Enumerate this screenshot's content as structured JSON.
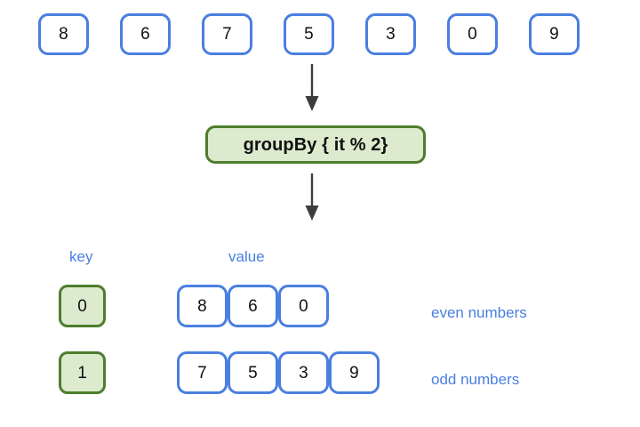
{
  "diagram": {
    "title": "groupBy { it % 2 }",
    "colors": {
      "blue": "#4a7fe0",
      "green_border": "#4d7d2e",
      "green_fill": "#dceace",
      "arrow": "#3d3d3d",
      "background": "#ffffff",
      "text": "#111111"
    },
    "input": {
      "items": [
        {
          "value": "8"
        },
        {
          "value": "6"
        },
        {
          "value": "7"
        },
        {
          "value": "5"
        },
        {
          "value": "3"
        },
        {
          "value": "0"
        },
        {
          "value": "9"
        }
      ]
    },
    "operation": {
      "label": "groupBy { it % 2}"
    },
    "arrows": [
      {
        "name": "arrow-input-to-operation",
        "direction": "down"
      },
      {
        "name": "arrow-operation-to-result",
        "direction": "down"
      }
    ],
    "result": {
      "headers": {
        "key": "key",
        "value": "value"
      },
      "rows": [
        {
          "key": "0",
          "values": [
            "8",
            "6",
            "0"
          ],
          "annotation": "even numbers"
        },
        {
          "key": "1",
          "values": [
            "7",
            "5",
            "3",
            "9"
          ],
          "annotation": "odd numbers"
        }
      ]
    }
  }
}
